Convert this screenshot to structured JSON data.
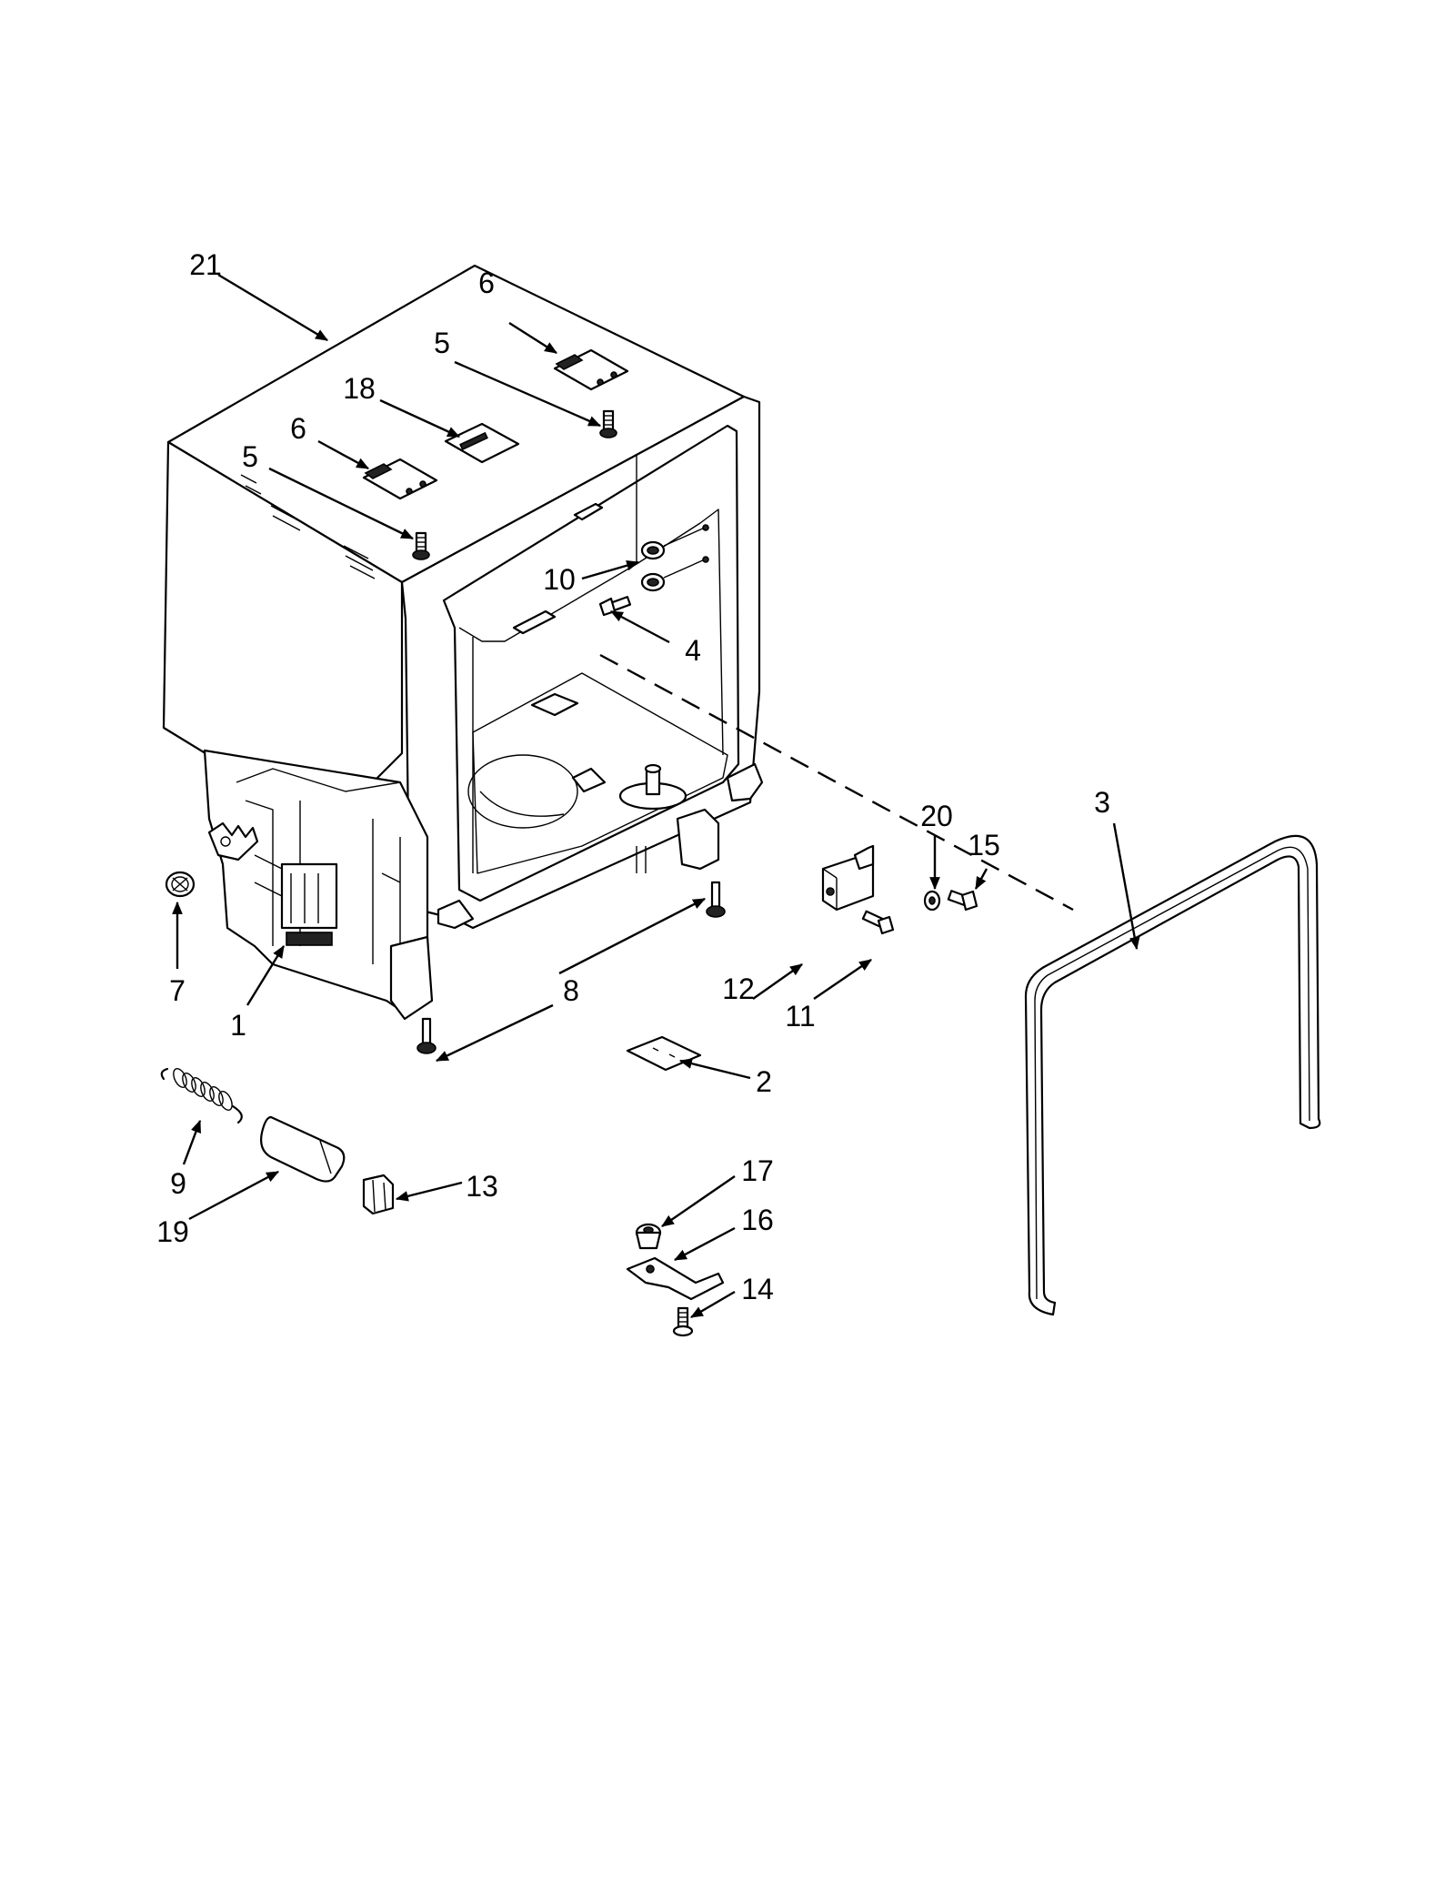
{
  "callouts": [
    {
      "id": "21",
      "label": "21"
    },
    {
      "id": "6a",
      "label": "6"
    },
    {
      "id": "5a",
      "label": "5"
    },
    {
      "id": "18",
      "label": "18"
    },
    {
      "id": "6b",
      "label": "6"
    },
    {
      "id": "5b",
      "label": "5"
    },
    {
      "id": "10",
      "label": "10"
    },
    {
      "id": "4",
      "label": "4"
    },
    {
      "id": "3",
      "label": "3"
    },
    {
      "id": "20",
      "label": "20"
    },
    {
      "id": "15",
      "label": "15"
    },
    {
      "id": "7",
      "label": "7"
    },
    {
      "id": "1",
      "label": "1"
    },
    {
      "id": "8",
      "label": "8"
    },
    {
      "id": "12",
      "label": "12"
    },
    {
      "id": "11",
      "label": "11"
    },
    {
      "id": "2",
      "label": "2"
    },
    {
      "id": "9",
      "label": "9"
    },
    {
      "id": "19",
      "label": "19"
    },
    {
      "id": "13",
      "label": "13"
    },
    {
      "id": "17",
      "label": "17"
    },
    {
      "id": "16",
      "label": "16"
    },
    {
      "id": "14",
      "label": "14"
    }
  ]
}
